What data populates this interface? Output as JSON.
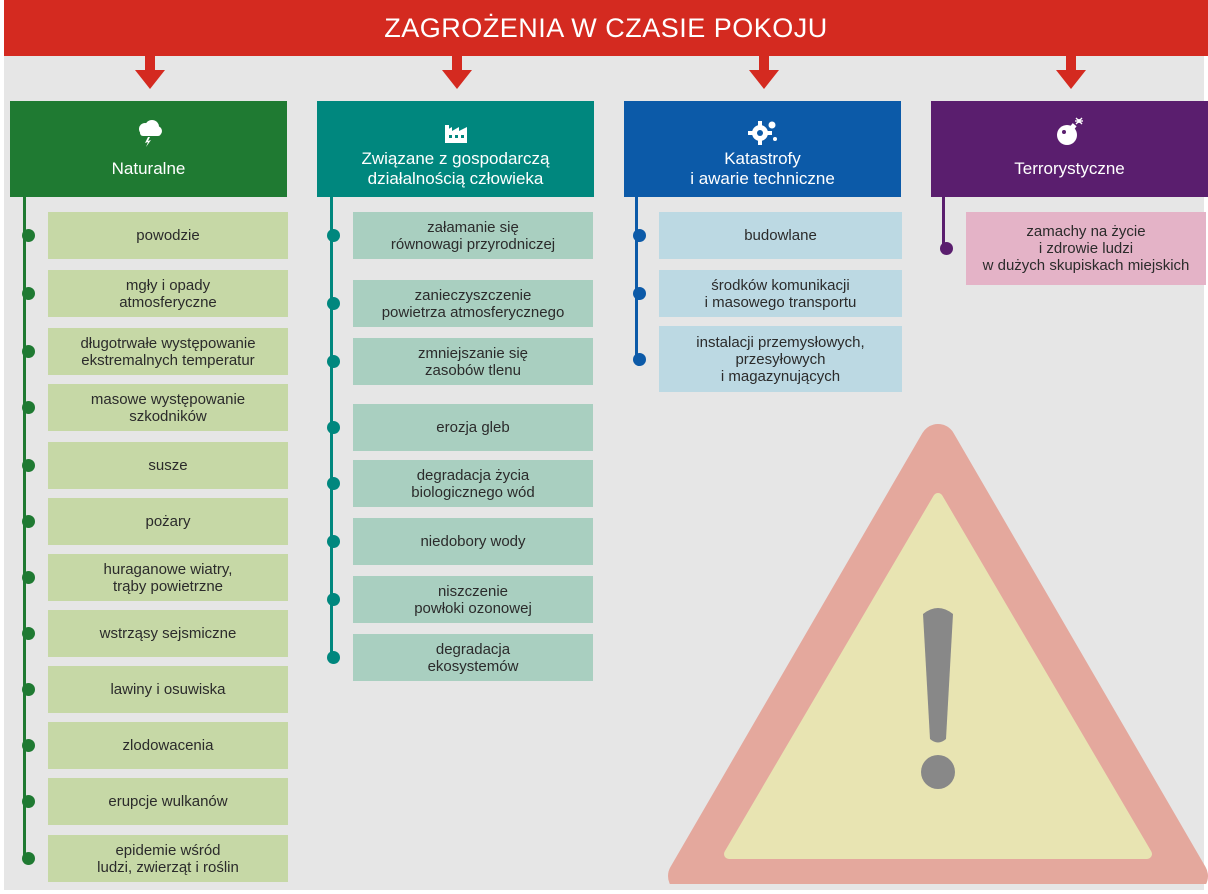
{
  "title": "ZAGROŻENIA W CZASIE POKOJU",
  "colors": {
    "banner": "#d42a20",
    "natural": "#1f7a32",
    "economic": "#00877e",
    "technical": "#0c5aa8",
    "terror": "#5a1e6e"
  },
  "categories": [
    {
      "label": "Naturalne",
      "icon": "storm-cloud-icon",
      "items": [
        "powodzie",
        "mgły i opady\natmosferyczne",
        "długotrwałe występowanie\nekstremalnych temperatur",
        "masowe występowanie\nszkodników",
        "susze",
        "pożary",
        "huraganowe wiatry,\ntrąby powietrzne",
        "wstrząsy sejsmiczne",
        "lawiny i osuwiska",
        "zlodowacenia",
        "erupcje wulkanów",
        "epidemie wśród\nludzi, zwierząt i roślin"
      ]
    },
    {
      "label": "Związane z gospodarczą\ndziałalnością człowieka",
      "icon": "factory-icon",
      "items": [
        "załamanie się\nrównowagi przyrodniczej",
        "zanieczyszczenie\npowietrza atmosferycznego",
        "zmniejszanie się\nzasobów tlenu",
        "erozja gleb",
        "degradacja życia\nbiologicznego wód",
        "niedobory wody",
        "niszczenie\npowłoki ozonowej",
        "degradacja\nekosystemów"
      ]
    },
    {
      "label": "Katastrofy\ni awarie techniczne",
      "icon": "gear-icon",
      "items": [
        "budowlane",
        "środków komunikacji\ni masowego transportu",
        "instalacji przemysłowych,\nprzesyłowych\ni magazynujących"
      ]
    },
    {
      "label": "Terrorystyczne",
      "icon": "bomb-icon",
      "items": [
        "zamachy na życie\ni zdrowie ludzi\nw dużych skupiskach miejskich"
      ]
    }
  ]
}
